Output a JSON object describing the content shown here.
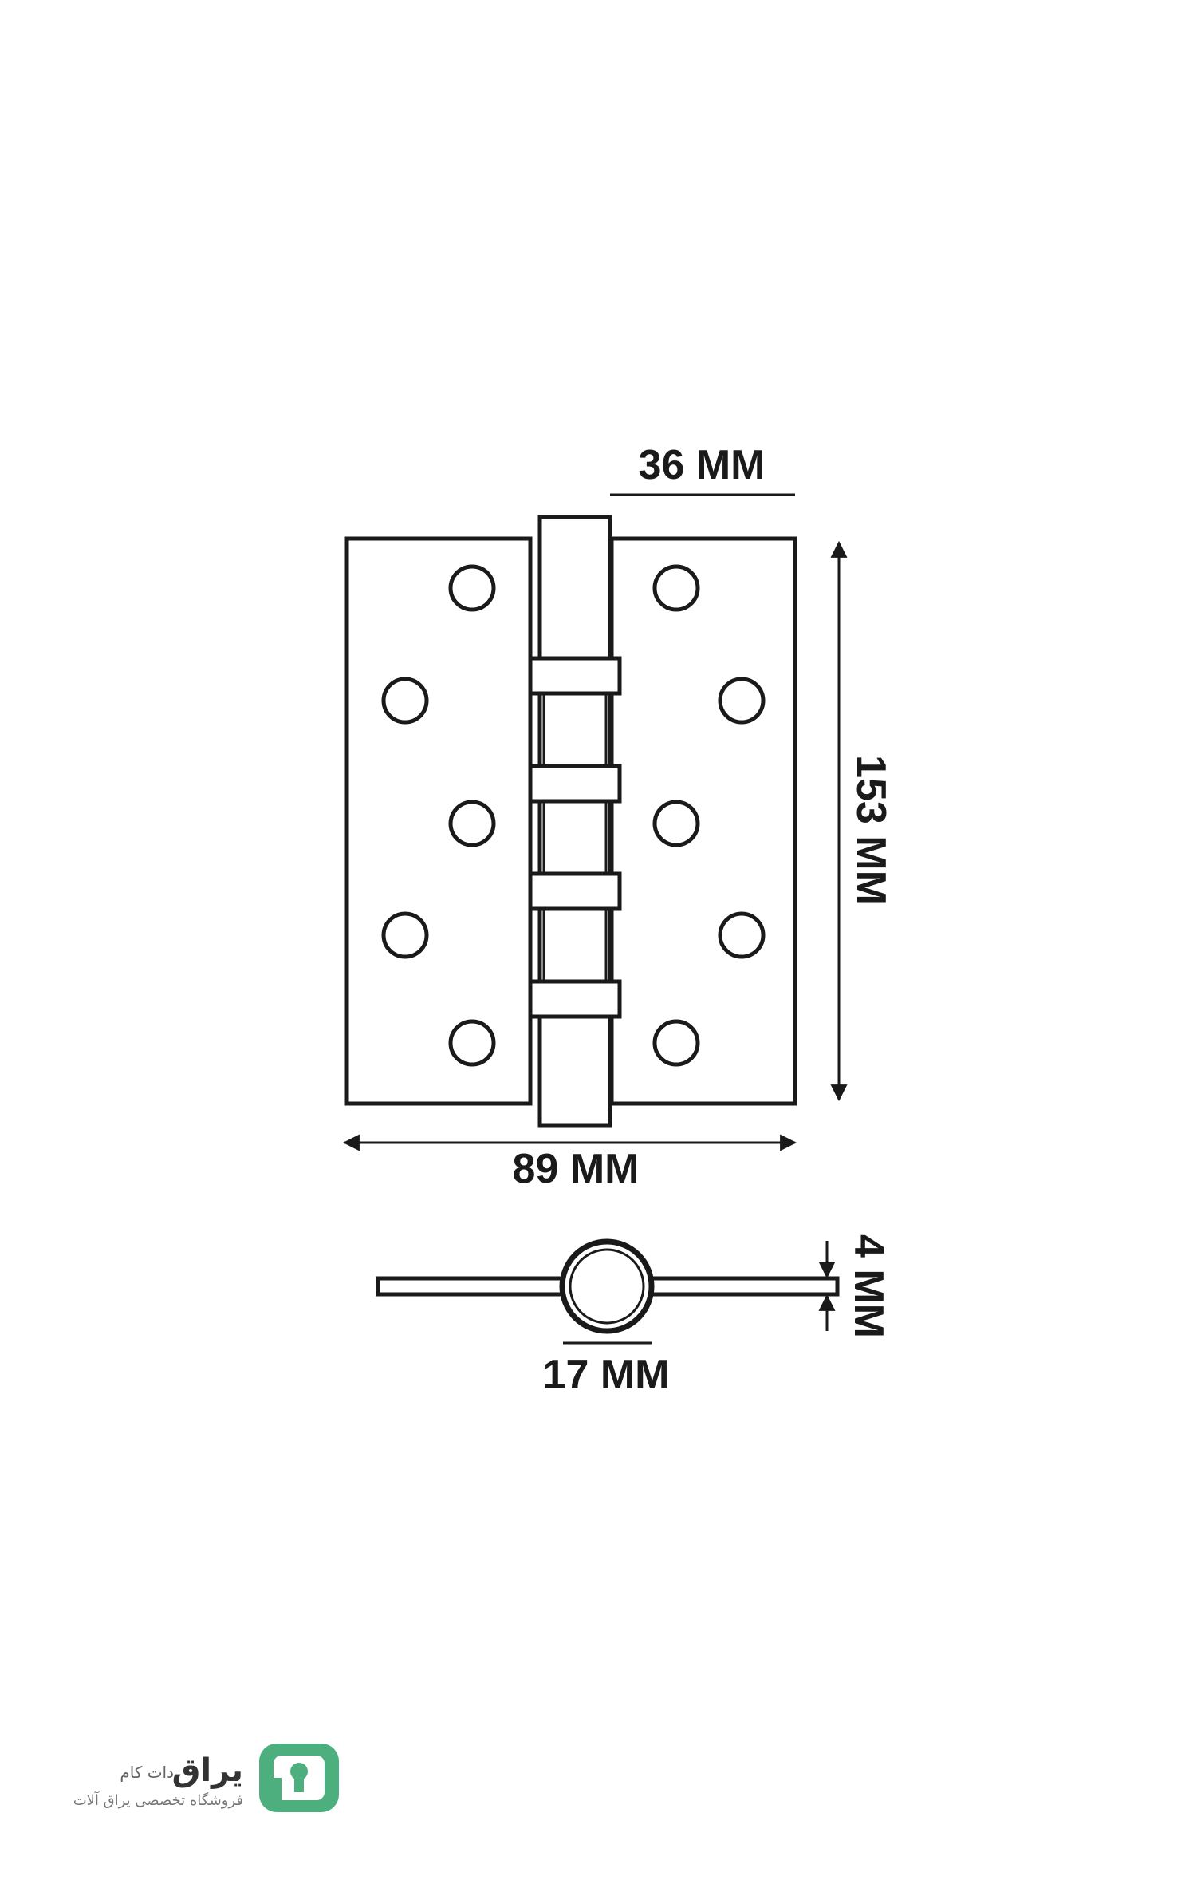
{
  "diagram": {
    "dimensions": {
      "knuckle_width": "36 MM",
      "height": "153 MM",
      "width": "89 MM",
      "thickness": "4 MM",
      "barrel_diameter": "17 MM"
    }
  },
  "logo": {
    "brand": "یراق",
    "suffix": "دات کام",
    "tagline": "فروشگاه تخصصی یراق آلات",
    "icon": "keyhole-logo-icon",
    "color": "#4caf7d"
  },
  "colors": {
    "line": "#1a1a1a",
    "background": "#ffffff",
    "brand": "#4caf7d"
  }
}
